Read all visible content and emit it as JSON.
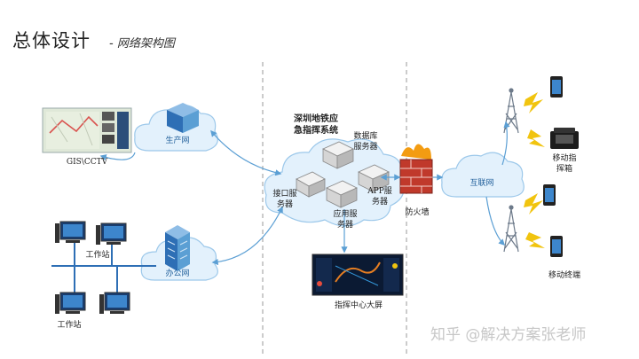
{
  "title": {
    "main": "总体设计",
    "sub": "- 网络架构图"
  },
  "system": {
    "name_line1": "深圳地铁应",
    "name_line2": "急指挥系统"
  },
  "labels": {
    "gis": "GIS\\CCTV",
    "production_net": "生产网",
    "office_net": "办公网",
    "workstation_top": "工作站",
    "workstation_bottom": "工作站",
    "interface_server_1": "接口服",
    "interface_server_2": "务器",
    "db_server_1": "数据库",
    "db_server_2": "服务器",
    "app_server_1": "APP服",
    "app_server_2": "务器",
    "apply_server_1": "应用服",
    "apply_server_2": "务器",
    "big_screen": "指挥中心大屏",
    "firewall": "防火墙",
    "internet": "互联网",
    "mobile_box_1": "移动指",
    "mobile_box_2": "挥箱",
    "mobile_terminal": "移动终端"
  },
  "watermark": "知乎 @解决方案张老师",
  "colors": {
    "cloud_fill": "#e3f1fc",
    "cloud_stroke": "#9cc8ea",
    "arrow": "#5b9fd4",
    "divider": "#9a9a9a",
    "firewall": "#c0392b",
    "flame": "#f39c12",
    "lightning": "#f1c40f"
  },
  "icons": [
    "monitor-icon",
    "server-icon",
    "building-icon",
    "firewall-icon",
    "phone-icon",
    "tower-icon",
    "lightning-icon",
    "case-icon",
    "map-icon"
  ]
}
